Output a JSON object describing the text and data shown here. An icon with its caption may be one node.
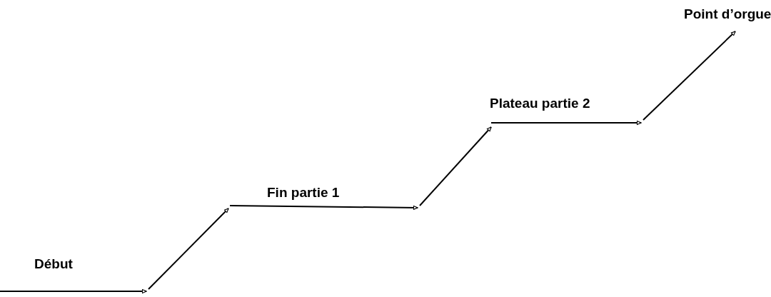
{
  "diagram": {
    "labels": [
      "Début",
      "Fin partie 1",
      "Plateau partie 2",
      "Point d’orgue"
    ]
  }
}
